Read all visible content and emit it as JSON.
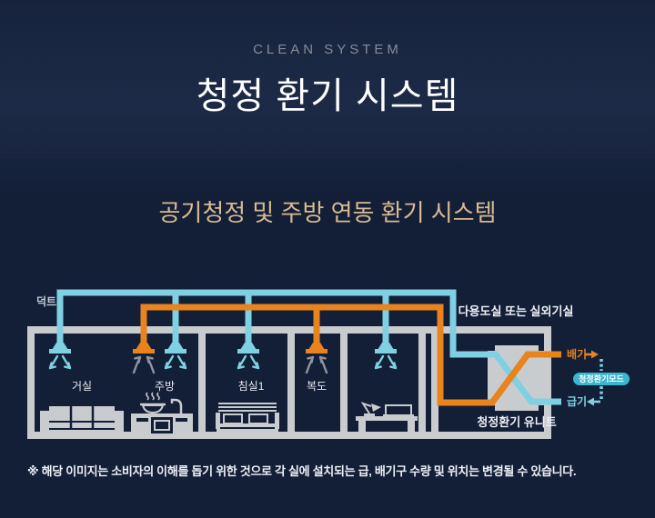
{
  "header": {
    "eyebrow": "CLEAN SYSTEM",
    "title": "청정 환기 시스템",
    "subtitle": "공기청정 및 주방 연동 환기 시스템"
  },
  "diagram": {
    "duct_label": "덕트",
    "room_labels": {
      "living": "거실",
      "kitchen": "주방",
      "bedroom1": "침실1",
      "hallway": "복도"
    },
    "utility_room_label": "다용도실 또는 실외기실",
    "unit_label": "청정환기 유니트",
    "exhaust_label": "배기",
    "supply_label": "급기",
    "mode_badge_label": "청정환기모드",
    "colors": {
      "supply_duct": "#7fd0e2",
      "exhaust_duct": "#e8831d",
      "structure_gray": "#c9cccf",
      "exhaust_arrow_gray": "#8e959f",
      "badge_teal": "#3ab6ce",
      "background_navy": "#141f38",
      "subtitle_beige": "#d9ba92"
    }
  },
  "footer": {
    "disclaimer": "※ 해당 이미지는 소비자의 이해를 돕기 위한 것으로 각 실에 설치되는 급, 배기구 수량 및 위치는 변경될 수 있습니다."
  }
}
